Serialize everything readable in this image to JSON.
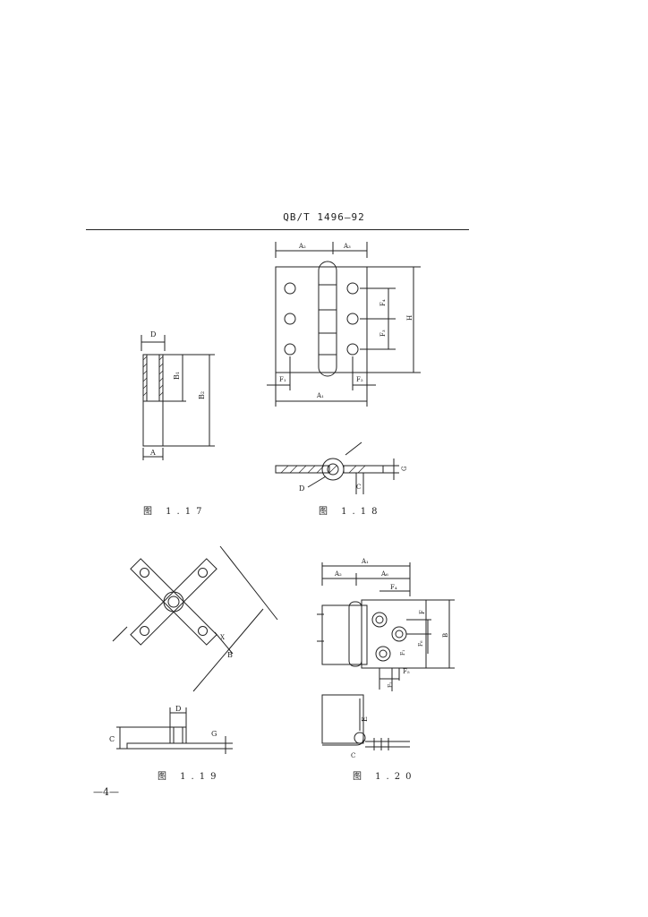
{
  "header": "QB/T 1496—92",
  "page_number": "—4—",
  "figures": {
    "fig117": {
      "caption": "图  1.17",
      "labels": {
        "D": "D",
        "B1": "B₁",
        "B2": "B₂",
        "A": "A"
      }
    },
    "fig118": {
      "caption": "图  1.18",
      "labels": {
        "A2": "A₂",
        "A3": "A₃",
        "A1": "A₁",
        "F1": "F₁",
        "F2": "F₂",
        "F3": "F₃",
        "F4": "F₄",
        "H": "H",
        "G": "G",
        "D": "D",
        "C": "C"
      }
    },
    "fig119": {
      "caption": "图  1.19",
      "labels": {
        "D": "D",
        "G": "G",
        "C": "C",
        "B": "B",
        "X": "X"
      }
    },
    "fig120": {
      "caption": "图  1.20",
      "labels": {
        "A1": "A₁",
        "A2": "A₂",
        "A6": "A₆",
        "F1": "F₁",
        "F2": "F₂",
        "F4": "F₄",
        "F5": "F₅",
        "F6": "F₆",
        "F": "F",
        "B": "B",
        "E": "E",
        "C": "C"
      }
    }
  }
}
